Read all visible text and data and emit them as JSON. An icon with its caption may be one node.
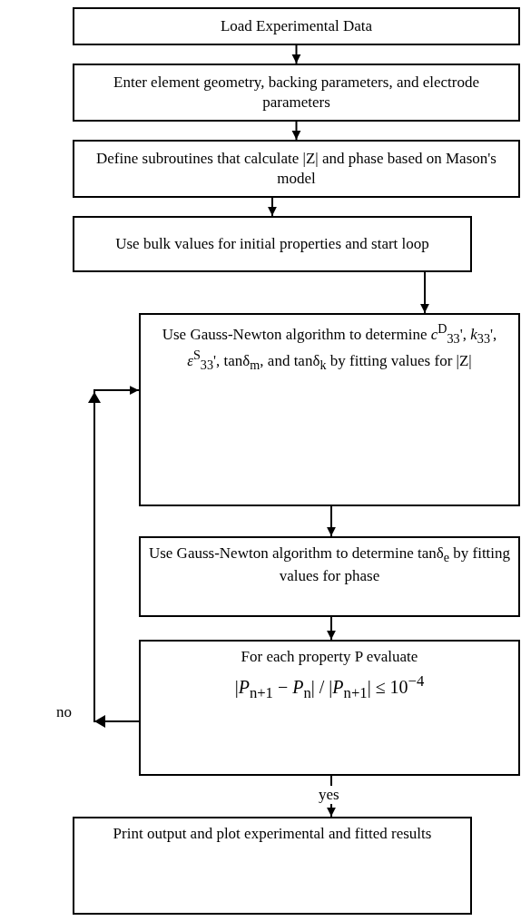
{
  "diagram": {
    "nodes": [
      {
        "text": [
          "Load Experimental Data"
        ]
      },
      {
        "text": [
          "Enter element geometry, backing parameters, and electrode parameters"
        ]
      },
      {
        "text": [
          "Define subroutines that calculate |Z| and phase based on Mason's model"
        ]
      },
      {
        "text": [
          "Use bulk values for initial properties and start loop"
        ]
      },
      {
        "text": [
          "Use Gauss-Newton algorithm to determine *c*$^{D}$$_{33}$', *k*$_{33}$', *ε*$^{S}$$_{33}$', tanδ$_{m}$, and tanδ$_{k}$ by fitting values for |Z|"
        ]
      },
      {
        "text": [
          "Use Gauss-Newton algorithm to determine tanδ$_{e}$ by fitting values for phase"
        ]
      },
      {
        "text": [
          "For each property P evaluate",
          "|*P*$_{n+1}$ − *P*$_{n}$| / |*P*$_{n+1}$| ≤ 10$^{−4}$"
        ]
      },
      {
        "text": [
          "Print output and plot experimental and fitted results"
        ]
      }
    ],
    "edges": [
      {
        "from": 0,
        "to": 1,
        "arrow": "to"
      },
      {
        "from": 1,
        "to": 2,
        "arrow": "to"
      },
      {
        "from": 2,
        "to": 3,
        "arrow": "to"
      },
      {
        "from": 3,
        "to": 4,
        "arrow": "to"
      },
      {
        "from": 4,
        "to": 5,
        "arrow": "to"
      },
      {
        "from": 5,
        "to": 6,
        "arrow": "to"
      },
      {
        "from": 6,
        "to": 7,
        "arrow": "to",
        "label": "yes"
      },
      {
        "from": 6,
        "to": 4,
        "arrow": "to",
        "label": "no"
      }
    ]
  }
}
